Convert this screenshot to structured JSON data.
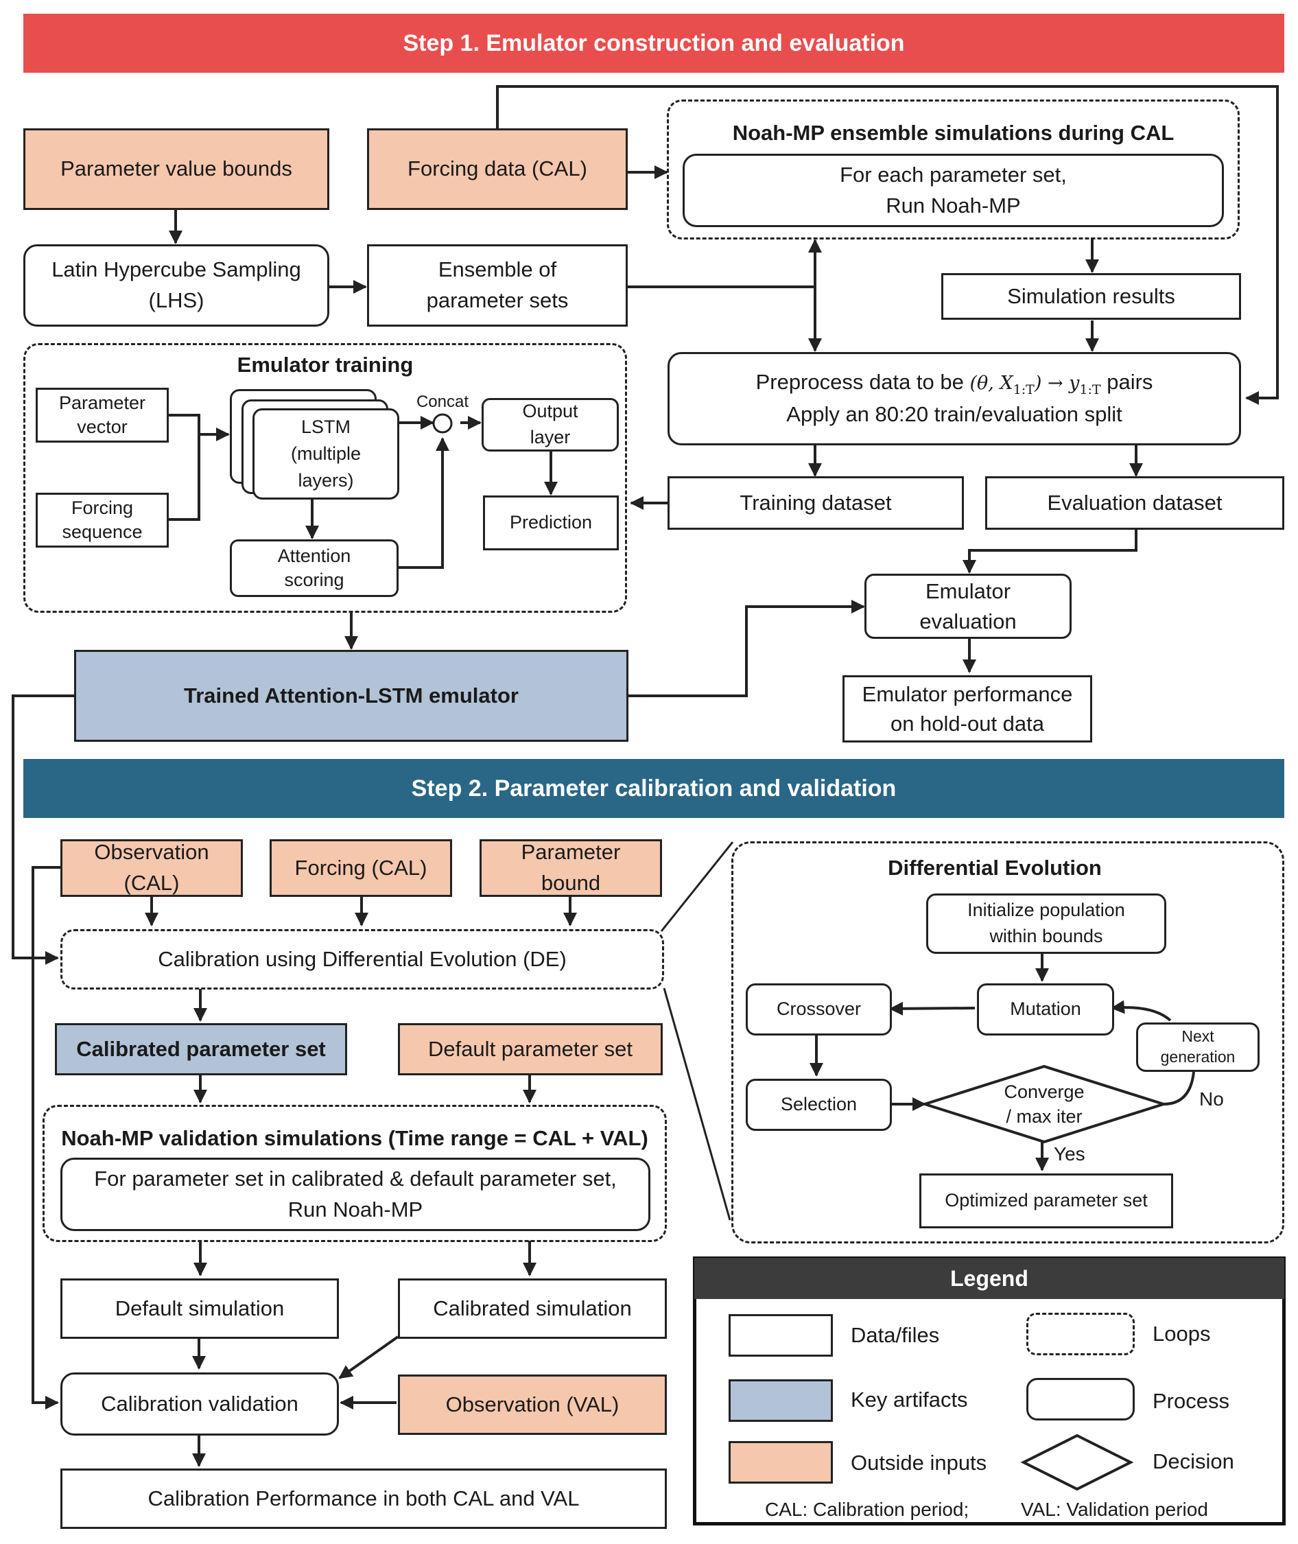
{
  "step1": {
    "banner": "Step 1. Emulator construction and evaluation",
    "banner_color": "#e84e4e",
    "param_bounds": "Parameter value bounds",
    "forcing_cal": "Forcing data (CAL)",
    "ensemble_sim": {
      "title": "Noah-MP ensemble simulations during CAL",
      "line1": "For each parameter set,",
      "line2": "Run Noah-MP"
    },
    "lhs": {
      "line1": "Latin Hypercube Sampling",
      "line2": "(LHS)"
    },
    "ensemble_sets": {
      "line1": "Ensemble of",
      "line2": "parameter sets"
    },
    "sim_results": "Simulation results",
    "preprocess": {
      "line1_prefix": "Preprocess data to be ",
      "line1_math": "(θ, X",
      "line1_sub1": "1:T",
      "line1_arrow": ") → y",
      "line1_sub2": "1:T",
      "line1_suffix": " pairs",
      "line2": "Apply an 80:20 train/evaluation split"
    },
    "training": {
      "title": "Emulator training",
      "param_vector": {
        "line1": "Parameter",
        "line2": "vector"
      },
      "forcing_seq": {
        "line1": "Forcing",
        "line2": "sequence"
      },
      "lstm": {
        "line1": "LSTM",
        "line2": "(multiple",
        "line3": "layers)"
      },
      "concat": "Concat",
      "output_layer": {
        "line1": "Output",
        "line2": "layer"
      },
      "prediction": "Prediction",
      "attention": {
        "line1": "Attention",
        "line2": "scoring"
      }
    },
    "training_dataset": "Training dataset",
    "evaluation_dataset": "Evaluation dataset",
    "emulator_eval": {
      "line1": "Emulator",
      "line2": "evaluation"
    },
    "emulator_perf": {
      "line1": "Emulator performance",
      "line2": "on hold-out data"
    },
    "trained_emulator": "Trained Attention-LSTM emulator"
  },
  "step2": {
    "banner": "Step 2. Parameter calibration and validation",
    "banner_color": "#2a6787",
    "obs_cal": {
      "line1": "Observation",
      "line2": "(CAL)"
    },
    "forcing_cal": "Forcing (CAL)",
    "param_bound": {
      "line1": "Parameter",
      "line2": "bound"
    },
    "calibration_de": "Calibration using Differential Evolution (DE)",
    "calibrated_set": "Calibrated parameter set",
    "default_set": "Default parameter set",
    "validation_sim": {
      "title": "Noah-MP validation simulations (Time range = CAL + VAL)",
      "line1": "For parameter set in calibrated & default parameter set,",
      "line2": "Run Noah-MP"
    },
    "default_simulation": "Default simulation",
    "calibrated_simulation": "Calibrated simulation",
    "calibration_validation": "Calibration validation",
    "obs_val": "Observation (VAL)",
    "calibration_performance": "Calibration Performance in both CAL and VAL",
    "de": {
      "title": "Differential Evolution",
      "init": {
        "line1": "Initialize population",
        "line2": "within bounds"
      },
      "crossover": "Crossover",
      "mutation": "Mutation",
      "next_gen": {
        "line1": "Next",
        "line2": "generation"
      },
      "selection": "Selection",
      "converge": {
        "line1": "Converge",
        "line2": "/ max iter"
      },
      "no": "No",
      "yes": "Yes",
      "optimized": "Optimized parameter set"
    }
  },
  "legend": {
    "title": "Legend",
    "data_files": "Data/files",
    "loops": "Loops",
    "key_artifacts": "Key artifacts",
    "process": "Process",
    "outside_inputs": "Outside inputs",
    "decision": "Decision",
    "cal_note": "CAL: Calibration period;",
    "val_note": "VAL: Validation period"
  },
  "colors": {
    "outside_inputs": "#f5c7ad",
    "key_artifacts": "#b2c3d8"
  }
}
